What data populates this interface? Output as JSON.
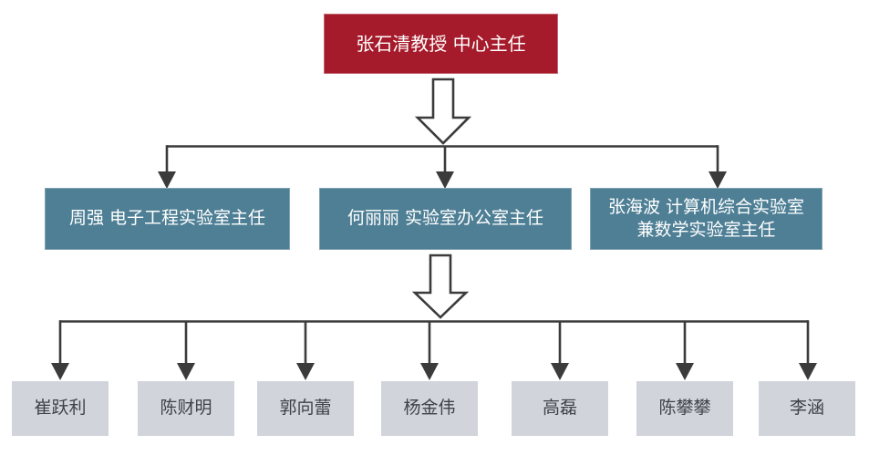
{
  "org_chart": {
    "title_hint": "laboratory-center-organization-chart",
    "root": {
      "label": "张石清教授 中心主任",
      "fill": "#A61B2B",
      "text_color": "#FFFFFF"
    },
    "managers": [
      {
        "label": "周强 电子工程实验室主任"
      },
      {
        "label": "何丽丽 实验室办公室主任"
      },
      {
        "label": "张海波 计算机综合实验室兼数学实验室主任"
      }
    ],
    "manager_fill": "#4E7F95",
    "manager_text_color": "#FFFFFF",
    "staff": [
      {
        "label": "崔跃利"
      },
      {
        "label": "陈财明"
      },
      {
        "label": "郭向蕾"
      },
      {
        "label": "杨金伟"
      },
      {
        "label": "高磊"
      },
      {
        "label": "陈攀攀"
      },
      {
        "label": "李涵"
      }
    ],
    "staff_fill": "#D2D4DC",
    "staff_text_color": "#3E4347",
    "connector_color": "#3B3B3B",
    "background_color": "#FFFFFF"
  }
}
